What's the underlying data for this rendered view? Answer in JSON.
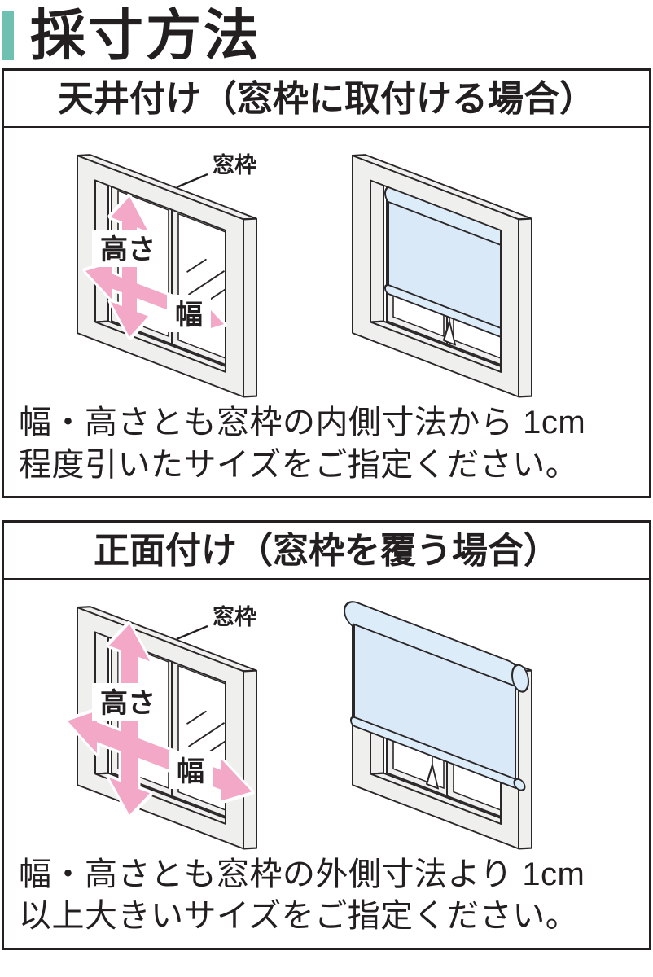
{
  "page": {
    "title": "採寸方法"
  },
  "colors": {
    "accent": "#6ec0b0",
    "ink": "#231f20",
    "pink": "#f2a8c6",
    "blind": "#d9e9f8",
    "frame_gray": "#efefed"
  },
  "labels": {
    "height": "高さ",
    "width": "幅",
    "window_frame": "窓枠"
  },
  "sections": [
    {
      "id": "ceiling-mount",
      "header": "天井付け（窓枠に取付ける場合）",
      "caption_line1": "幅・高さとも窓枠の内側寸法から 1cm",
      "caption_line2": "程度引いたサイズをご指定ください。"
    },
    {
      "id": "front-mount",
      "header": "正面付け（窓枠を覆う場合）",
      "caption_line1": "幅・高さとも窓枠の外側寸法より 1cm",
      "caption_line2": "以上大きいサイズをご指定ください。"
    }
  ]
}
